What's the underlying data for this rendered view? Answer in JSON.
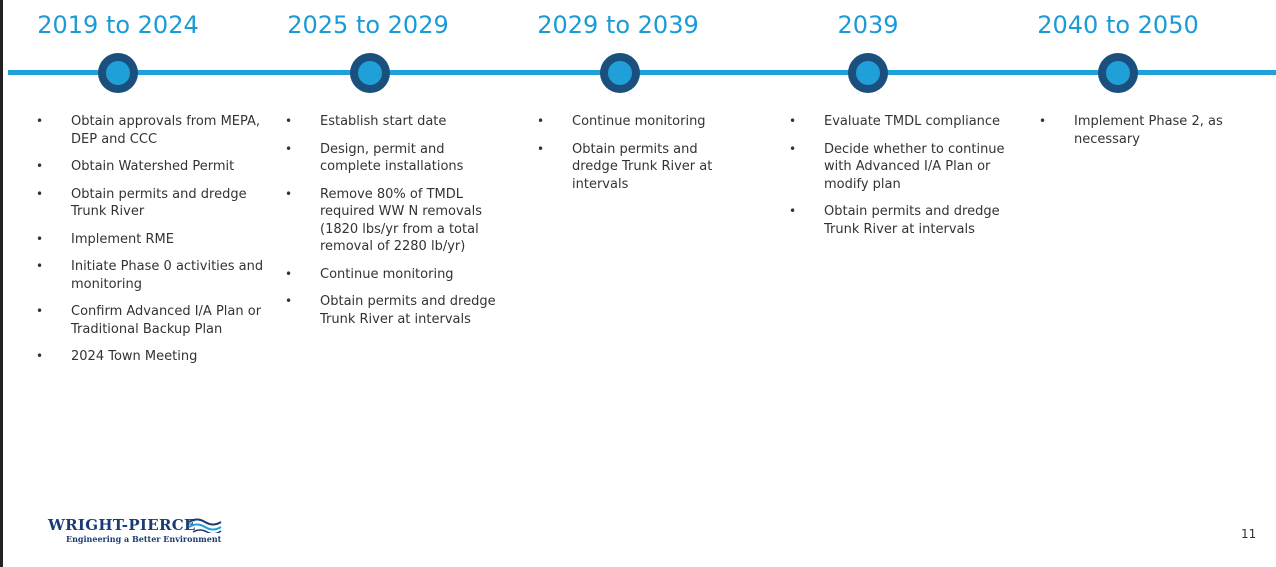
{
  "timeline": [
    {
      "period": "2019 to 2024",
      "items": [
        "Obtain approvals from MEPA, DEP and CCC",
        "Obtain Watershed Permit",
        "Obtain permits and dredge Trunk River",
        "Implement RME",
        "Initiate Phase 0 activities and monitoring",
        "Confirm Advanced I/A Plan or Traditional Backup Plan",
        "2024 Town Meeting"
      ]
    },
    {
      "period": "2025 to 2029",
      "items": [
        "Establish start date",
        "Design, permit and complete installations",
        "Remove 80% of TMDL required WW N removals (1820 lbs/yr from a total removal of 2280 lb/yr)",
        "Continue monitoring",
        "Obtain permits and dredge Trunk River at intervals"
      ]
    },
    {
      "period": "2029 to 2039",
      "items": [
        "Continue monitoring",
        "Obtain permits and dredge Trunk River at intervals"
      ]
    },
    {
      "period": "2039",
      "items": [
        "Evaluate TMDL compliance",
        "Decide whether to continue with Advanced I/A Plan or modify plan",
        "Obtain permits and dredge Trunk River at intervals"
      ]
    },
    {
      "period": "2040 to 2050",
      "items": [
        "Implement Phase 2, as necessary"
      ]
    }
  ],
  "bullet_glyph": "•",
  "logo": {
    "name": "WRIGHT-PIERCE",
    "tagline": "Engineering a Better Environment"
  },
  "page_number": "11",
  "colors": {
    "accent": "#1fa0d8",
    "title": "#1a9ad6",
    "dot_ring": "#1a4f7e",
    "text": "#333333",
    "logo": "#1b3c73"
  }
}
